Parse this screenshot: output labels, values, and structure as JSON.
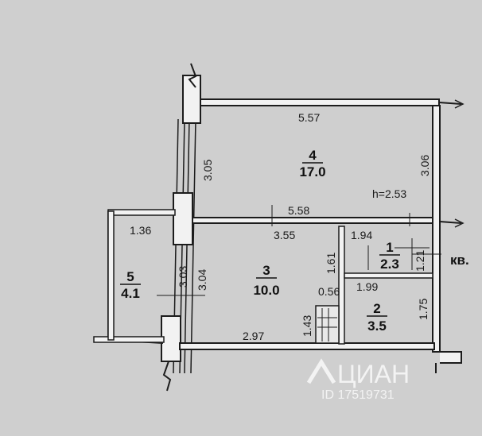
{
  "apartment_label": "кв.",
  "height_label": "h=2.53",
  "rooms": [
    {
      "number": "4",
      "area": "17.0"
    },
    {
      "number": "3",
      "area": "10.0"
    },
    {
      "number": "1",
      "area": "2.3"
    },
    {
      "number": "2",
      "area": "3.5"
    },
    {
      "number": "5",
      "area": "4.1"
    }
  ],
  "dimensions": {
    "room4_width": "5.57",
    "room4_left_height": "3.05",
    "room4_right_height": "3.06",
    "middle_wall_length": "5.58",
    "balcony_width": "1.36",
    "room3_top_width": "3.55",
    "room1_width": "1.94",
    "room1_height": "1.21",
    "room3_right_upper": "1.61",
    "balcony_height": "3.03",
    "room3_left_height": "3.04",
    "niche_width": "0.56",
    "room2_width": "1.99",
    "room2_height": "1.75",
    "niche_height": "1.43",
    "room3_bottom_width": "2.97"
  },
  "watermark": {
    "brand": "ЦИАН",
    "id": "ID 17519731"
  }
}
